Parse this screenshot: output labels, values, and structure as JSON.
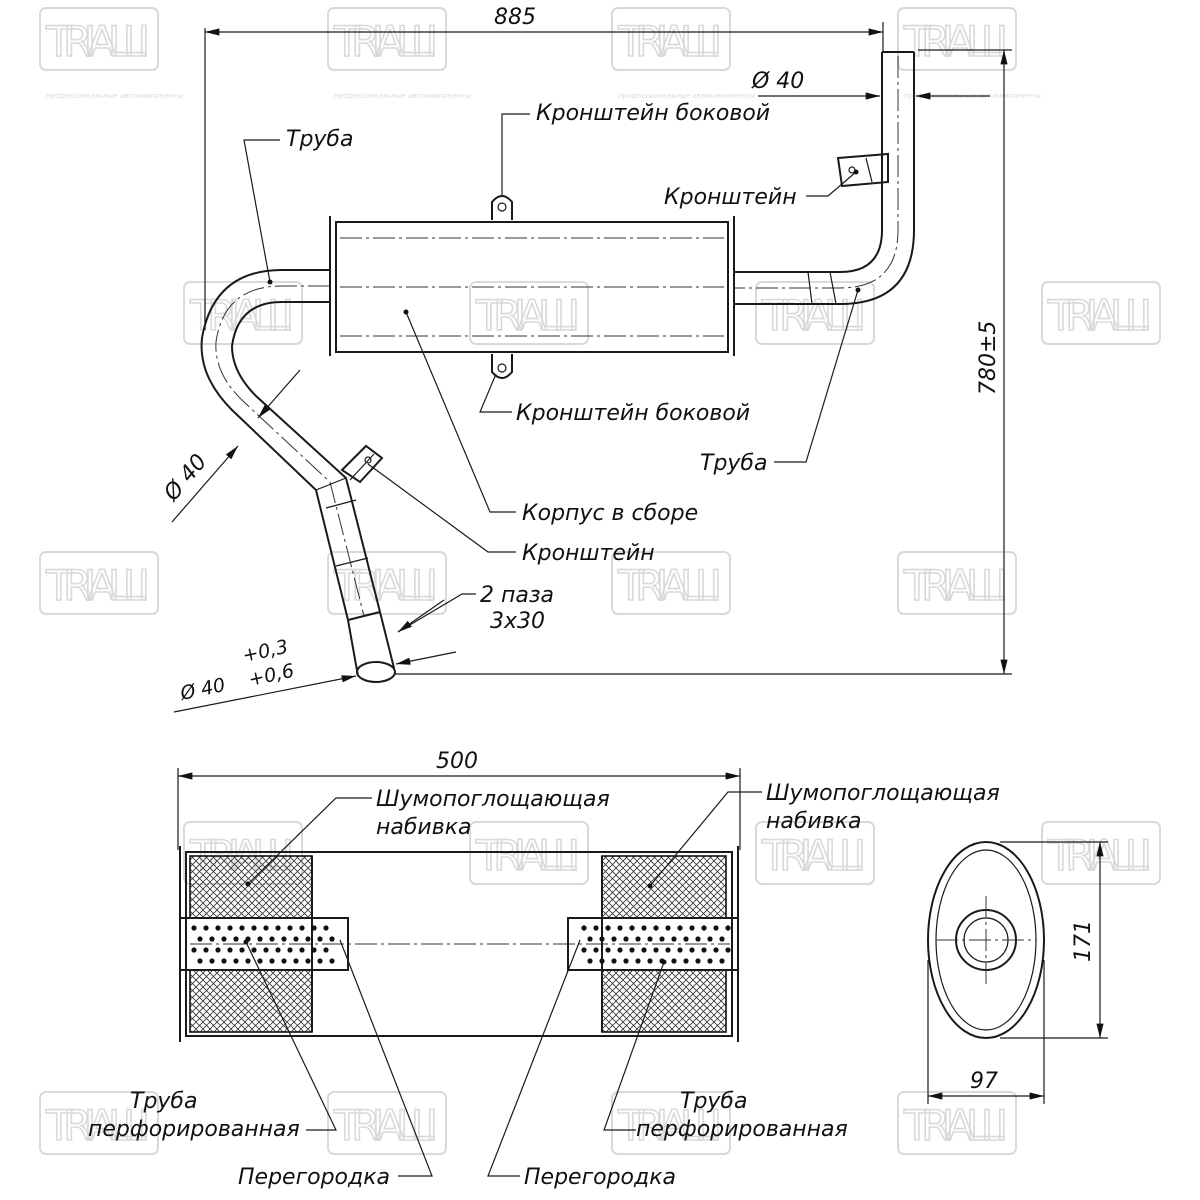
{
  "watermark": {
    "brand": "TRIALLI",
    "tagline": "профессиональные автокомпоненты"
  },
  "top_view": {
    "dimensions": {
      "length": "885",
      "height": "780±5",
      "outlet_diameter": "Ø 40",
      "inlet_diameter": "Ø 40",
      "end_diameter_base": "Ø 40",
      "end_tolerance_upper": "+0,3",
      "end_tolerance_lower": "+0,6"
    },
    "labels": {
      "pipe_left": "Труба",
      "bracket_side_top": "Кронштейн боковой",
      "bracket_right": "Кронштейн",
      "bracket_side_bottom": "Кронштейн боковой",
      "pipe_right": "Труба",
      "body_assembly": "Корпус в сборе",
      "bracket_left": "Кронштейн",
      "slots_line1": "2 паза",
      "slots_line2": "3х30"
    }
  },
  "section_view": {
    "dimensions": {
      "length": "500",
      "height": "171",
      "width": "97"
    },
    "labels": {
      "packing_left_line1": "Шумопоглощающая",
      "packing_left_line2": "набивка",
      "packing_right_line1": "Шумопоглощающая",
      "packing_right_line2": "набивка",
      "perf_left_line1": "Труба",
      "perf_left_line2": "перфорированная",
      "perf_right_line1": "Труба",
      "perf_right_line2": "перфорированная",
      "baffle_left": "Перегородка",
      "baffle_right": "Перегородка"
    }
  }
}
